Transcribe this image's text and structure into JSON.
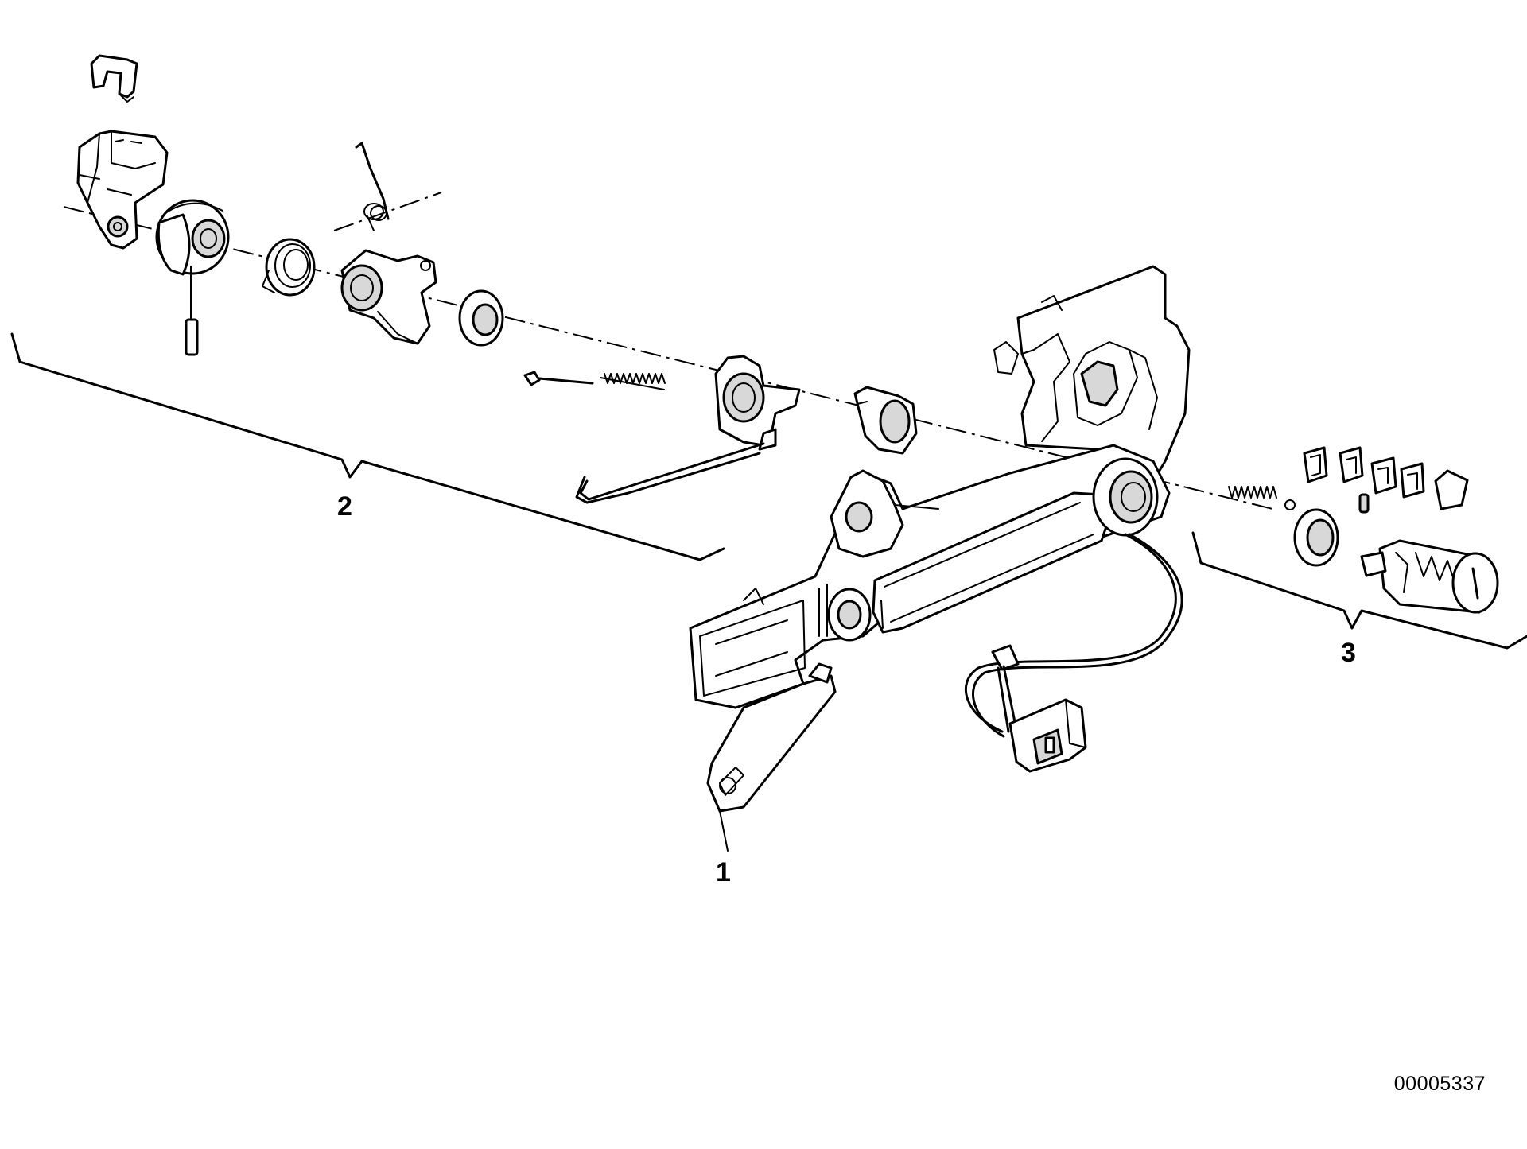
{
  "diagram": {
    "callouts": [
      {
        "id": "1",
        "label": "1"
      },
      {
        "id": "2",
        "label": "2"
      },
      {
        "id": "3",
        "label": "3"
      }
    ],
    "document_number": "00005337"
  },
  "colors": {
    "line": "#000000",
    "background": "#ffffff",
    "part_shade": "#d8d8d8"
  }
}
